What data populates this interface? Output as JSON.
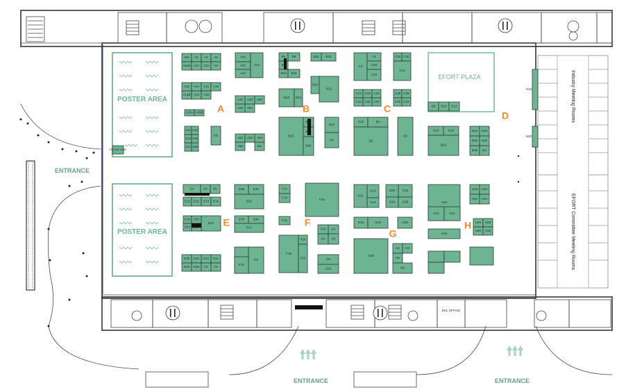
{
  "poster_areas": [
    "POSTER AREA",
    "POSTER AREA"
  ],
  "poster_desk": "POSTER DESK",
  "entrances": [
    "ENTRANCE",
    "ENTRANCE",
    "ENTRANCE"
  ],
  "plaza": "EFORT PLAZA",
  "meeting_rooms": [
    "Industry Meeting Rooms",
    "EFORT Committee Meeting Rooms"
  ],
  "office": "DHL OFFICE",
  "icons": [
    "restaurant-icon",
    "restaurant-icon",
    "restaurant-icon",
    "restaurant-icon",
    "stairs-icon",
    "arrows-up-icon"
  ],
  "colors": {
    "booth": "#6db493",
    "zone_letter": "#f28b2c",
    "poster_border": "#7cc0a0"
  },
  "zones": [
    "A",
    "B",
    "C",
    "D",
    "E",
    "F",
    "G",
    "H"
  ],
  "booths": [
    "A51",
    "A2",
    "A4",
    "A6",
    "A51B",
    "A12",
    "A10",
    "A8",
    "A40",
    "A41",
    "A42",
    "A44",
    "A13",
    "A14",
    "A15",
    "A16",
    "A13B",
    "A19",
    "A18",
    "A46",
    "A48",
    "A50",
    "A56",
    "A54",
    "A20A",
    "A20B",
    "A21",
    "A22",
    "A31",
    "A23",
    "A25",
    "A27",
    "A58",
    "A60",
    "A62",
    "A64",
    "A66",
    "B2",
    "B4",
    "B6",
    "B8",
    "B10",
    "B20",
    "B22",
    "B24",
    "B28",
    "B12",
    "B13",
    "B14",
    "B15",
    "B17",
    "B18",
    "B30",
    "B32",
    "C2",
    "C4",
    "C6",
    "C10",
    "C20",
    "C26",
    "C30",
    "C12",
    "C14",
    "C16",
    "C18",
    "C22",
    "C32",
    "C34",
    "C36",
    "C38",
    "C28",
    "C33",
    "C42",
    "D2",
    "D4",
    "D6",
    "D8",
    "D10",
    "D12",
    "D16",
    "D18",
    "D20",
    "D22",
    "D23",
    "D25",
    "D26",
    "D28",
    "E2",
    "E4",
    "E6",
    "E8",
    "E10",
    "E12",
    "E14",
    "E16",
    "E18",
    "E20",
    "E22",
    "E24",
    "E26",
    "E28",
    "E30",
    "E32",
    "E34",
    "E36",
    "E37",
    "E38",
    "E40",
    "E42",
    "E44",
    "E46",
    "E48",
    "F2",
    "F4",
    "F6",
    "F8",
    "F10",
    "F12",
    "F14",
    "F16",
    "F18",
    "F20",
    "F22",
    "F24",
    "F26",
    "G2",
    "G4",
    "G6",
    "G8",
    "G10",
    "G11",
    "G12",
    "G14",
    "G16",
    "G18",
    "G20",
    "G22",
    "G24",
    "G26",
    "G28",
    "G30",
    "H2",
    "H4",
    "H6",
    "H8",
    "H10",
    "H12",
    "H14",
    "H16",
    "H18",
    "H20",
    "H22",
    "H24",
    "H26",
    "H28",
    "H30",
    "H32"
  ]
}
